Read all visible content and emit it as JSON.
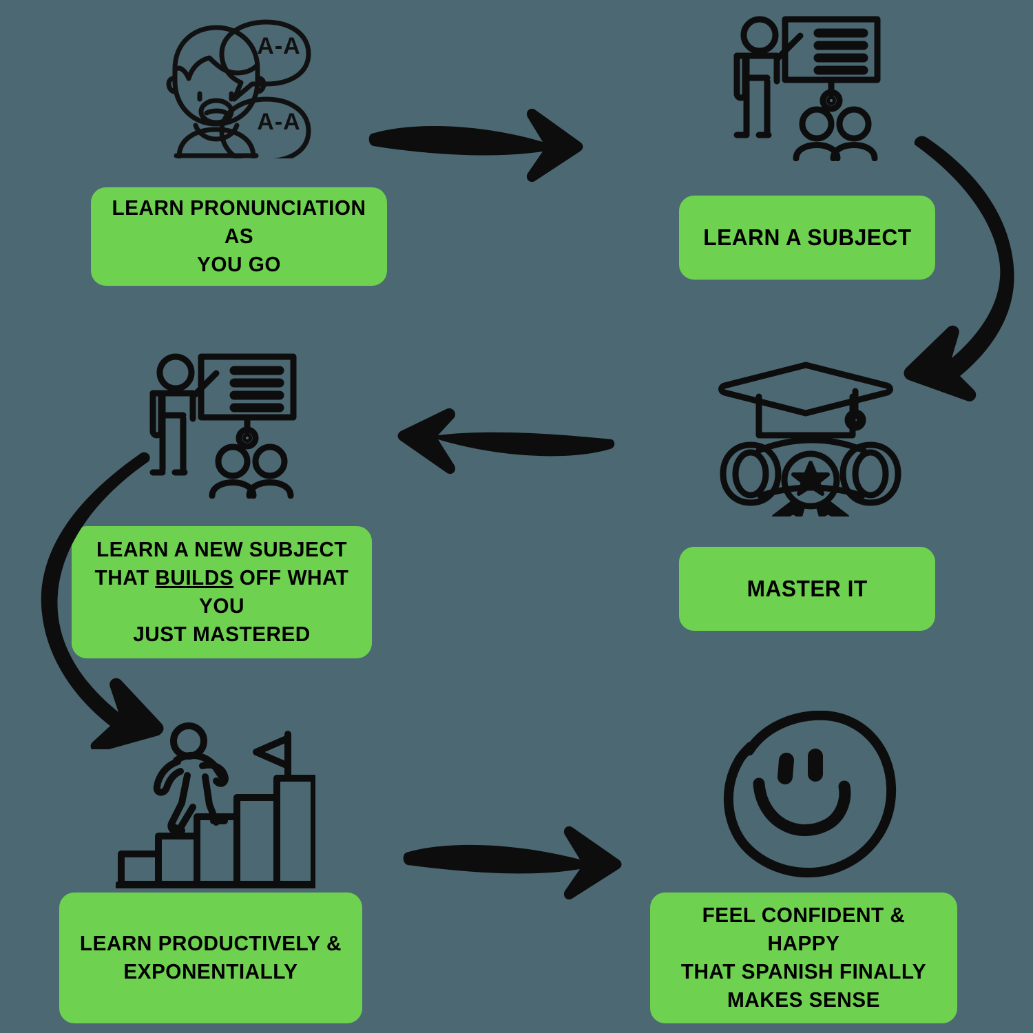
{
  "diagram": {
    "title": "Spanish learning cycle flow diagram",
    "background_color": "#4c6872",
    "accent_color": "#6fd150",
    "stroke_color": "#000000",
    "steps": [
      {
        "id": "step-1",
        "icon_name": "speaking-person-icon",
        "icon_caption": "A-A",
        "label": "LEARN PRONUNCIATION AS YOU GO",
        "label_line_1": "LEARN PRONUNCIATION AS",
        "label_line_2": "YOU GO"
      },
      {
        "id": "step-2",
        "icon_name": "teacher-presentation-icon",
        "label": "LEARN A SUBJECT",
        "label_line_1": "LEARN A SUBJECT"
      },
      {
        "id": "step-3",
        "icon_name": "graduation-diploma-icon",
        "label": "MASTER IT",
        "label_line_1": "MASTER IT"
      },
      {
        "id": "step-4",
        "icon_name": "teacher-presentation-icon",
        "label": "LEARN A NEW SUBJECT THAT BUILDS OFF WHAT YOU JUST MASTERED",
        "label_line_1": "LEARN A NEW SUBJECT",
        "label_line_2a": "THAT ",
        "label_line_2b": "BUILDS",
        "label_line_2c": " OFF WHAT YOU",
        "label_line_3": "JUST MASTERED",
        "emphasis_word": "BUILDS"
      },
      {
        "id": "step-5",
        "icon_name": "person-climbing-bars-flag-icon",
        "label": "LEARN PRODUCTIVELY & EXPONENTIALLY",
        "label_line_1": "LEARN PRODUCTIVELY &",
        "label_line_2": "EXPONENTIALLY"
      },
      {
        "id": "step-6",
        "icon_name": "smiley-face-icon",
        "label": "FEEL CONFIDENT & HAPPY THAT SPANISH FINALLY MAKES SENSE",
        "label_line_1": "FEEL CONFIDENT & HAPPY",
        "label_line_2": "THAT SPANISH FINALLY",
        "label_line_3": "MAKES SENSE"
      }
    ],
    "connectors": [
      {
        "id": "arrow-1",
        "icon_name": "arrow-right-icon",
        "from": "step-1",
        "to": "step-2",
        "direction": "right"
      },
      {
        "id": "arrow-2",
        "icon_name": "arrow-curve-down-left-icon",
        "from": "step-2",
        "to": "step-3",
        "direction": "curve-down-left"
      },
      {
        "id": "arrow-3",
        "icon_name": "arrow-left-icon",
        "from": "step-3",
        "to": "step-4",
        "direction": "left"
      },
      {
        "id": "arrow-4",
        "icon_name": "arrow-curve-down-right-icon",
        "from": "step-4",
        "to": "step-5",
        "direction": "curve-down-right"
      },
      {
        "id": "arrow-5",
        "icon_name": "arrow-right-icon",
        "from": "step-5",
        "to": "step-6",
        "direction": "right"
      }
    ]
  }
}
